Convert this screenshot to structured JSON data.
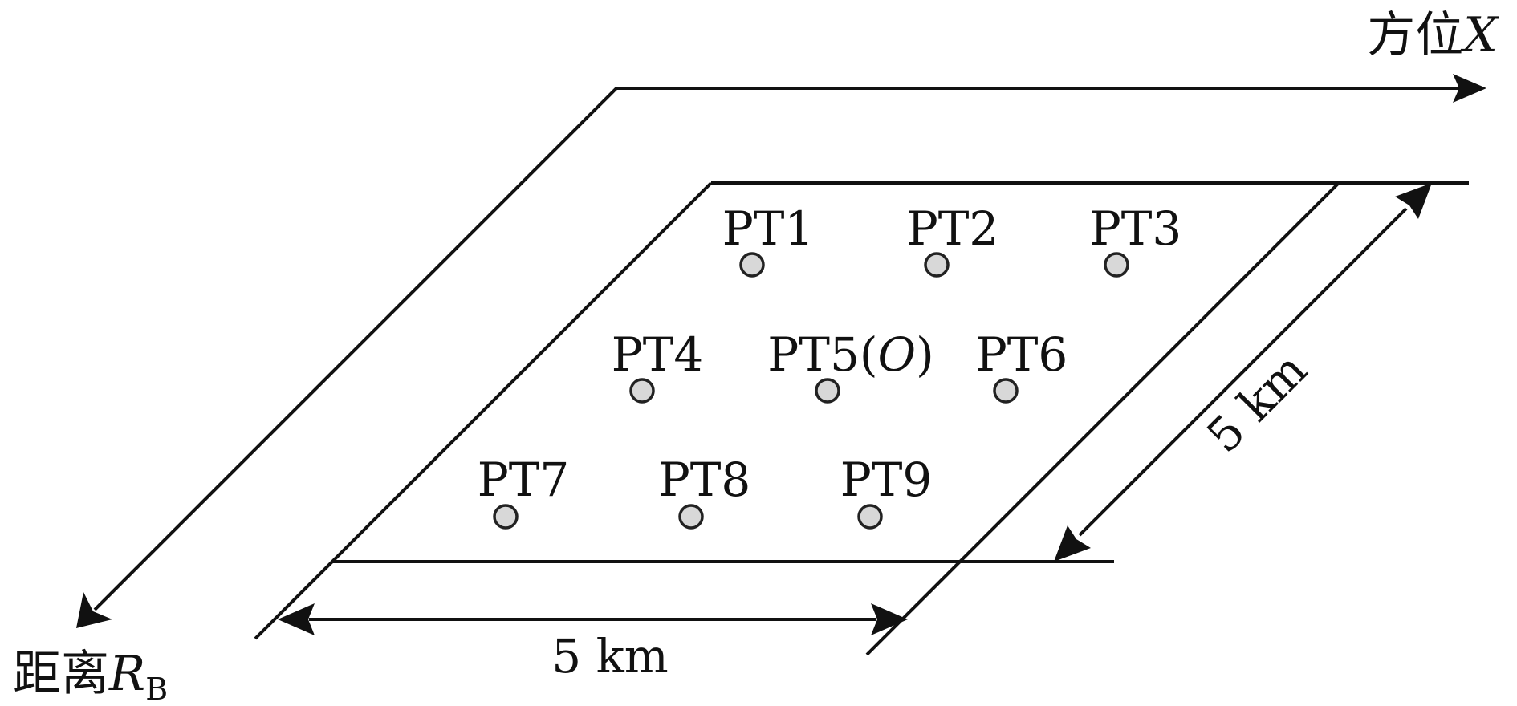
{
  "axes": {
    "azimuth": {
      "label": "方位",
      "symbol": "X"
    },
    "range": {
      "label": "距离",
      "symbol": "R",
      "subscript": "B"
    }
  },
  "dimensions": {
    "width": "5 km",
    "depth": "5 km"
  },
  "targets": [
    {
      "id": "PT1",
      "label": "PT1"
    },
    {
      "id": "PT2",
      "label": "PT2"
    },
    {
      "id": "PT3",
      "label": "PT3"
    },
    {
      "id": "PT4",
      "label": "PT4"
    },
    {
      "id": "PT5",
      "label": "PT5",
      "origin": "O"
    },
    {
      "id": "PT6",
      "label": "PT6"
    },
    {
      "id": "PT7",
      "label": "PT7"
    },
    {
      "id": "PT8",
      "label": "PT8"
    },
    {
      "id": "PT9",
      "label": "PT9"
    }
  ]
}
